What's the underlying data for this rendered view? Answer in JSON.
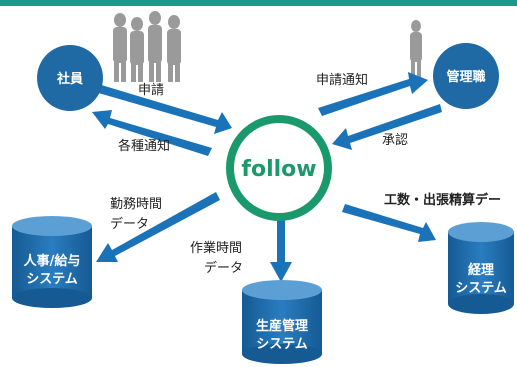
{
  "hub": {
    "label": "follow"
  },
  "nodes": {
    "employee": "社員",
    "manager": "管理職",
    "hr_line1": "人事/給与",
    "hr_line2": "システム",
    "production_line1": "生産管理",
    "production_line2": "システム",
    "accounting_line1": "経理",
    "accounting_line2": "システム"
  },
  "edges": {
    "application": "申請",
    "notices": "各種通知",
    "application_notice": "申請通知",
    "approval": "承認",
    "attendance_line1": "勤務時間",
    "attendance_line2": "データ",
    "work_hours_line1": "作業時間",
    "work_hours_line2": "データ",
    "expense": "工数・出張精算デー"
  },
  "colors": {
    "node_blue": "#1f6aa5",
    "arrow_blue": "#1a73b8",
    "hub_green": "#1a9a6c",
    "top_bar": "#1a9a8a"
  }
}
